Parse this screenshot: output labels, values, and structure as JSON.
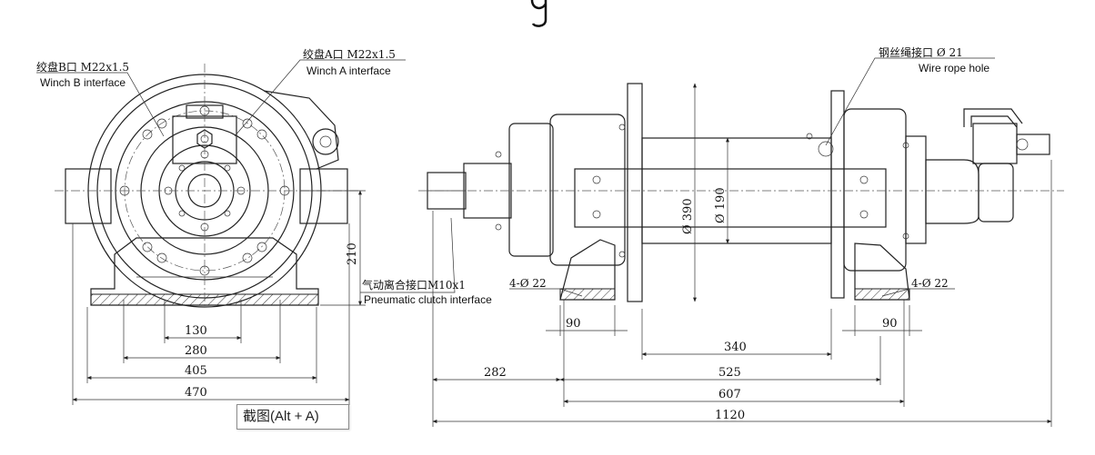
{
  "labels": {
    "winch_b_cn": "绞盘B口 M22x1.5",
    "winch_b_en": "Winch B interface",
    "winch_a_cn": "绞盘A口 M22x1.5",
    "winch_a_en": "Winch A interface",
    "rope_hole_cn": "钢丝绳接口 Ø 21",
    "rope_hole_en": "Wire rope hole",
    "clutch_cn": "气动离合接口M10x1",
    "clutch_en": "Pneumatic clutch interface",
    "bolt_left": "4-Ø 22",
    "bolt_right": "4-Ø 22"
  },
  "dimensions": {
    "d130": "130",
    "d280": "280",
    "d405": "405",
    "d470": "470",
    "d210": "210",
    "d390": "Ø 390",
    "d190": "Ø 190",
    "d90_left": "90",
    "d90_right": "90",
    "d340": "340",
    "d282": "282",
    "d525": "525",
    "d607": "607",
    "d1120": "1120"
  },
  "tooltip": {
    "label": "截图(Alt + A)"
  }
}
